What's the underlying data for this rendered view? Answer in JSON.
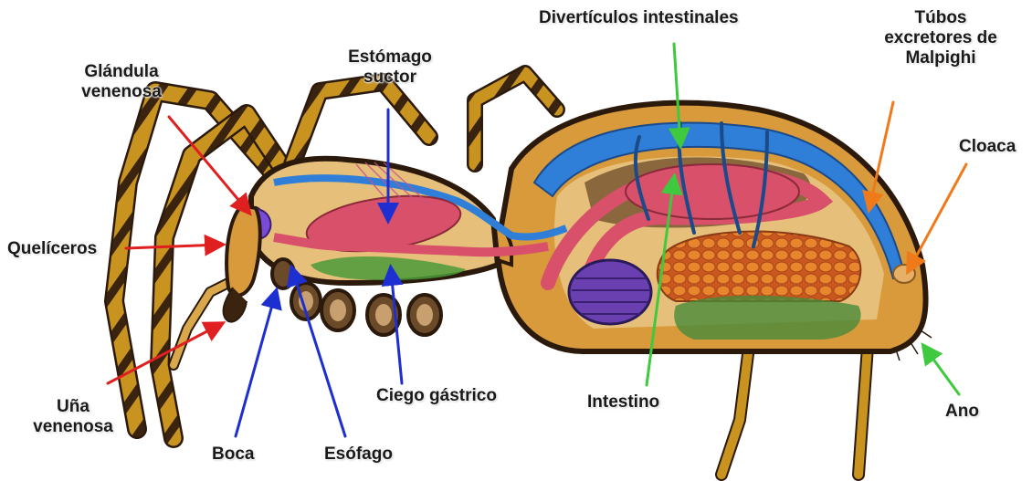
{
  "labels": {
    "glandula_venenosa": "Glándula\nvenenosa",
    "estomago_suctor": "Estómago\nsuctor",
    "diverticulos": "Divertículos intestinales",
    "tubos_malpighi": "Túbos\nexcretores de\nMalpighi",
    "cloaca": "Cloaca",
    "queliceros": "Quelíceros",
    "una_venenosa": "Uña\nvenenosa",
    "boca": "Boca",
    "esofago": "Esófago",
    "ciego_gastrico": "Ciego gástrico",
    "intestino": "Intestino",
    "ano": "Ano"
  },
  "arrow_colors": {
    "red": "#e02020",
    "blue": "#1d2fd0",
    "green": "#3ec93e",
    "orange": "#f07a1a"
  },
  "body_colors": {
    "leg": "#b8861e",
    "leg_band": "#3a2410",
    "carapace": "#d89a3a",
    "outline": "#2b1a0c",
    "blood_vessel": "#2f7ed8",
    "gut": "#d8506a",
    "silk_glands": "#e8862e",
    "book_lung": "#6a3fb0"
  }
}
